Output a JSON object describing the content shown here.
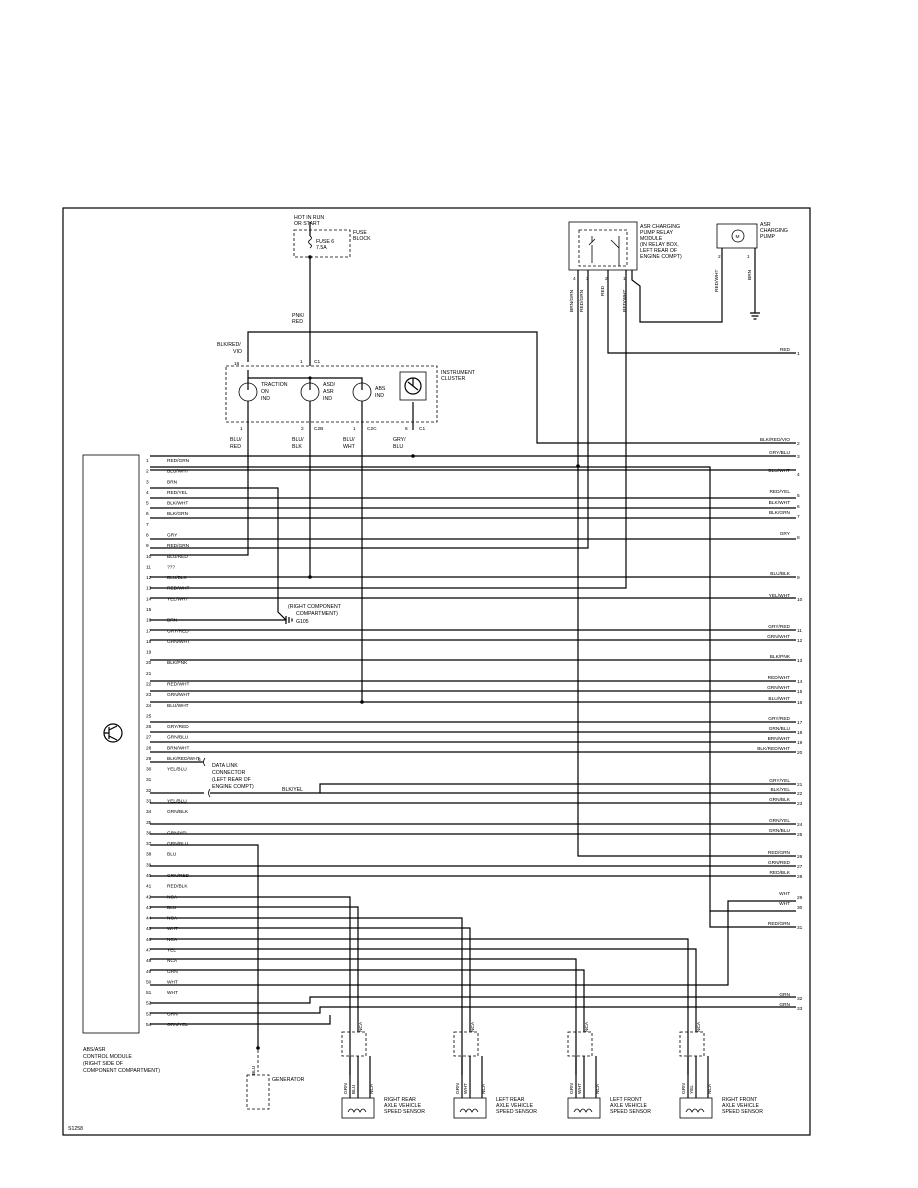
{
  "page_id": "S1258",
  "power": {
    "hot_label": [
      "HOT IN RUN",
      "OR START"
    ],
    "fuse_block_label": [
      "FUSE",
      "BLOCK"
    ],
    "fuse_label": [
      "FUSE 6",
      "7.5A"
    ],
    "wire_label": [
      "PNK/",
      "RED"
    ]
  },
  "relay": {
    "label": [
      "ASR CHARGING",
      "PUMP RELAY",
      "MODULE",
      "(IN RELAY BOX,",
      "LEFT REAR OF",
      "ENGINE COMPT)"
    ],
    "pins": [
      "4",
      "3",
      "2",
      "1"
    ],
    "wires": [
      "BRN/GRN",
      "RED/GRN",
      "RED",
      "RED/WHT"
    ]
  },
  "pump": {
    "label": [
      "ASR",
      "CHARGING",
      "PUMP"
    ],
    "motor": "M",
    "pins": [
      "2",
      "1"
    ],
    "wires": [
      "RED/WHT",
      "BRN"
    ]
  },
  "cluster": {
    "label": [
      "INSTRUMENT",
      "CLUSTER"
    ],
    "top_wire": [
      "BLK/RED/",
      "VIO"
    ],
    "top_pins": [
      "16",
      "1"
    ],
    "top_conn": "C1",
    "lamps": [
      {
        "label": [
          "TRACTION",
          "ON",
          "IND"
        ]
      },
      {
        "label": [
          "ASD/",
          "ASR",
          "IND"
        ]
      },
      {
        "label": [
          "ABS",
          "IND"
        ]
      }
    ],
    "bottom_pins": [
      "1",
      "2",
      "1",
      "6"
    ],
    "bottom_conns": [
      "C2B",
      "C2C",
      "C1"
    ],
    "bottom_wires": [
      [
        "BLU/",
        "RED"
      ],
      [
        "BLU/",
        "BLK"
      ],
      [
        "BLU/",
        "WHT"
      ],
      [
        "GRY/",
        "BLU"
      ]
    ]
  },
  "module": {
    "label": [
      "ABS/ASR",
      "CONTROL MODULE",
      "(RIGHT SIDE OF",
      "COMPONENT COMPARTMENT)"
    ],
    "pins": [
      {
        "n": "1",
        "w": "RED/GRN"
      },
      {
        "n": "2",
        "w": "BLU/WHT"
      },
      {
        "n": "3",
        "w": "BRN"
      },
      {
        "n": "4",
        "w": "RED/YEL"
      },
      {
        "n": "5",
        "w": "BLK/WHT"
      },
      {
        "n": "6",
        "w": "BLK/GRN"
      },
      {
        "n": "7",
        "w": ""
      },
      {
        "n": "8",
        "w": "GRY"
      },
      {
        "n": "9",
        "w": "RED/GRN"
      },
      {
        "n": "10",
        "w": "BLU/RED"
      },
      {
        "n": "11",
        "w": "???"
      },
      {
        "n": "12",
        "w": "BLU/BLK"
      },
      {
        "n": "13",
        "w": "RED/WHT"
      },
      {
        "n": "14",
        "w": "YEL/WHT"
      },
      {
        "n": "15",
        "w": ""
      },
      {
        "n": "16",
        "w": "BRN"
      },
      {
        "n": "17",
        "w": "GRY/RED"
      },
      {
        "n": "18",
        "w": "GRN/WHT"
      },
      {
        "n": "19",
        "w": ""
      },
      {
        "n": "20",
        "w": "BLK/PNK"
      },
      {
        "n": "21",
        "w": ""
      },
      {
        "n": "22",
        "w": "RED/WHT"
      },
      {
        "n": "23",
        "w": "GRN/WHT"
      },
      {
        "n": "24",
        "w": "BLU/WHT"
      },
      {
        "n": "25",
        "w": ""
      },
      {
        "n": "26",
        "w": "GRY/RED"
      },
      {
        "n": "27",
        "w": "GRN/BLU"
      },
      {
        "n": "28",
        "w": "BRN/WHT"
      },
      {
        "n": "29",
        "w": "BLK/RED/WHT"
      },
      {
        "n": "30",
        "w": "YEL/BLU"
      },
      {
        "n": "31",
        "w": ""
      },
      {
        "n": "32",
        "w": ""
      },
      {
        "n": "33",
        "w": "YEL/BLU"
      },
      {
        "n": "34",
        "w": "GRN/BLK"
      },
      {
        "n": "35",
        "w": ""
      },
      {
        "n": "36",
        "w": "GRN/YEL"
      },
      {
        "n": "37",
        "w": "GRN/BLU"
      },
      {
        "n": "38",
        "w": "BLU"
      },
      {
        "n": "39",
        "w": ""
      },
      {
        "n": "40",
        "w": "GRN/RED"
      },
      {
        "n": "41",
        "w": "RED/BLK"
      },
      {
        "n": "42",
        "w": "NCA"
      },
      {
        "n": "43",
        "w": "BLU"
      },
      {
        "n": "44",
        "w": "NCA"
      },
      {
        "n": "45",
        "w": "WHT"
      },
      {
        "n": "46",
        "w": "NCA"
      },
      {
        "n": "47",
        "w": "YEL"
      },
      {
        "n": "48",
        "w": "NCA"
      },
      {
        "n": "49",
        "w": "GRN"
      },
      {
        "n": "50",
        "w": "WHT"
      },
      {
        "n": "51",
        "w": "WHT"
      },
      {
        "n": "52",
        "w": ""
      },
      {
        "n": "53",
        "w": "GRN"
      },
      {
        "n": "54",
        "w": "GRN/YEL"
      }
    ]
  },
  "right_terminals": [
    {
      "n": "1",
      "w": "RED"
    },
    {
      "n": "2",
      "w": "BLK/RED/VIO"
    },
    {
      "n": "3",
      "w": "GRY/BLU"
    },
    {
      "n": "4",
      "w": "BLU/WHT"
    },
    {
      "n": "5",
      "w": "RED/YEL"
    },
    {
      "n": "6",
      "w": "BLK/WHT"
    },
    {
      "n": "7",
      "w": "BLK/GRN"
    },
    {
      "n": "8",
      "w": "GRY"
    },
    {
      "n": "9",
      "w": "BLU/BLK"
    },
    {
      "n": "10",
      "w": "YEL/WHT"
    },
    {
      "n": "11",
      "w": "GRY/RED"
    },
    {
      "n": "12",
      "w": "GRN/WHT"
    },
    {
      "n": "13",
      "w": "BLK/PNK"
    },
    {
      "n": "14",
      "w": "RED/WHT"
    },
    {
      "n": "15",
      "w": "GRN/WHT"
    },
    {
      "n": "16",
      "w": "BLU/WHT"
    },
    {
      "n": "17",
      "w": "GRY/RED"
    },
    {
      "n": "18",
      "w": "GRN/BLU"
    },
    {
      "n": "19",
      "w": "BRN/WHT"
    },
    {
      "n": "20",
      "w": "BLK/RED/WHT"
    },
    {
      "n": "21",
      "w": "GRY/YEL"
    },
    {
      "n": "22",
      "w": "BLK/YEL"
    },
    {
      "n": "23",
      "w": "GRN/BLK"
    },
    {
      "n": "24",
      "w": "GRN/YEL"
    },
    {
      "n": "25",
      "w": "GRN/BLU"
    },
    {
      "n": "26",
      "w": "RED/GRN"
    },
    {
      "n": "27",
      "w": "GRN/RED"
    },
    {
      "n": "28",
      "w": "RED/BLK"
    },
    {
      "n": "29",
      "w": "WHT"
    },
    {
      "n": "30",
      "w": "WHT"
    },
    {
      "n": "31",
      "w": "RED/GRN"
    },
    {
      "n": "32",
      "w": "GRN"
    },
    {
      "n": "33",
      "w": "GRN"
    }
  ],
  "ground_g105": [
    "(RIGHT COMPONENT",
    "COMPARTMENT)",
    "G105"
  ],
  "dlc": {
    "label": [
      "DATA LINK",
      "CONNECTOR",
      "(LEFT REAR OF",
      "ENGINE COMPT)"
    ],
    "pin": "6",
    "wire": "BLK/YEL"
  },
  "generator": {
    "label": "GENERATOR",
    "wire": "BLU"
  },
  "sensors": [
    {
      "label": [
        "RIGHT REAR",
        "AXLE VEHICLE",
        "SPEED SENSOR"
      ],
      "wires": [
        "GRN",
        "BLU",
        "NCA"
      ],
      "top": "NCA"
    },
    {
      "label": [
        "LEFT REAR",
        "AXLE VEHICLE",
        "SPEED SENSOR"
      ],
      "wires": [
        "GRN",
        "WHT",
        "NCA"
      ],
      "top": "NCA"
    },
    {
      "label": [
        "LEFT FRONT",
        "AXLE VEHICLE",
        "SPEED SENSOR"
      ],
      "wires": [
        "GRN",
        "WHT",
        "NCA"
      ],
      "top": "NCA"
    },
    {
      "label": [
        "RIGHT FRONT",
        "AXLE VEHICLE",
        "SPEED SENSOR"
      ],
      "wires": [
        "GRN",
        "YEL",
        "NCA"
      ],
      "top": "NCA"
    }
  ]
}
